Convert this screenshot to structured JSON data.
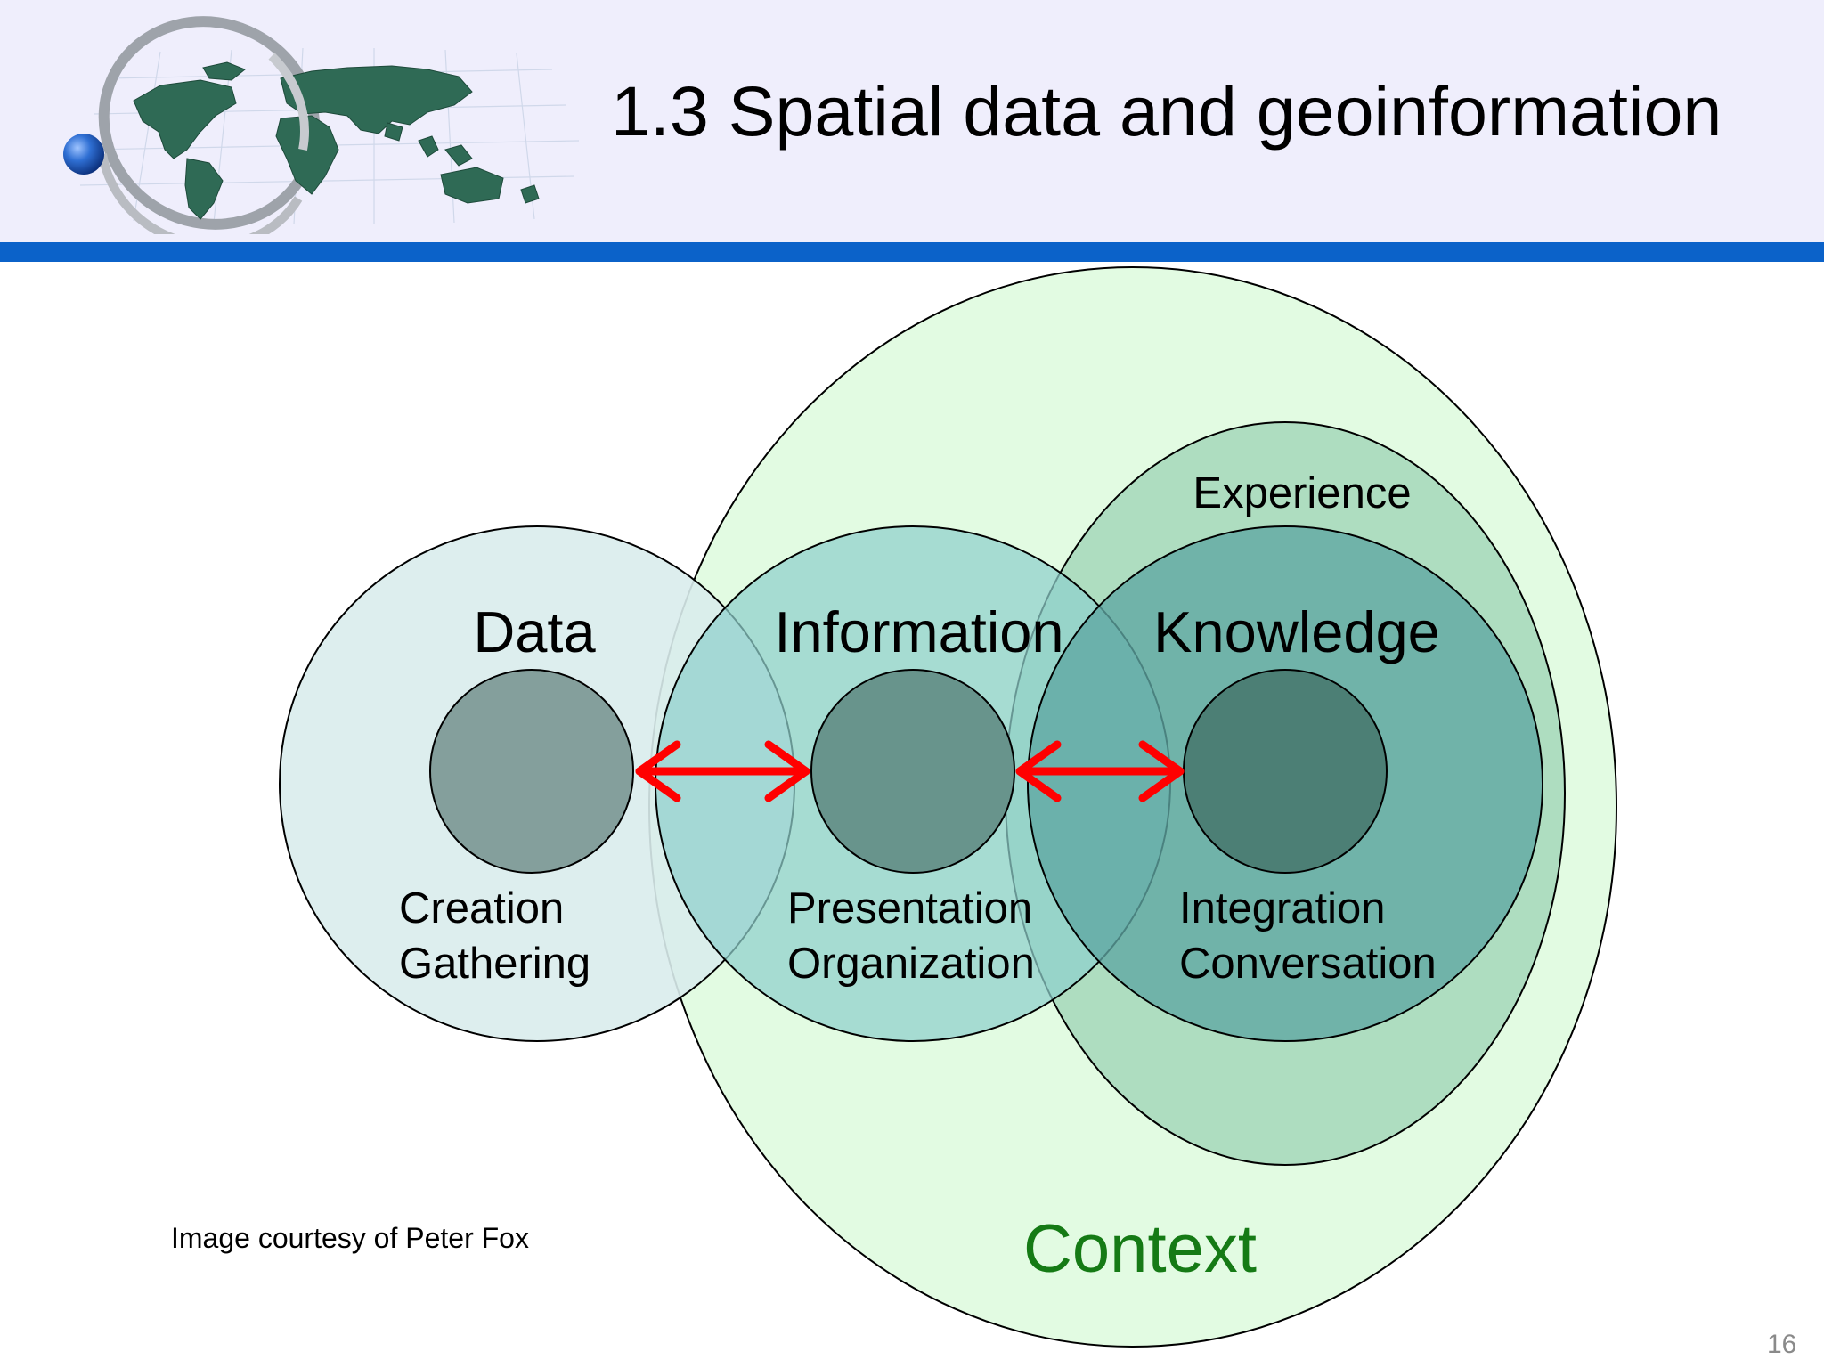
{
  "slide": {
    "title": "1.3 Spatial data and geoinformation",
    "page_number": "16",
    "credit": "Image courtesy of Peter Fox"
  },
  "logo": {
    "icon": "world-map-globe-icon"
  },
  "diagram": {
    "context": "Context",
    "experience": "Experience",
    "data": {
      "title": "Data",
      "line1": "Creation",
      "line2": "Gathering"
    },
    "information": {
      "title": "Information",
      "line1": "Presentation",
      "line2": "Organization"
    },
    "knowledge": {
      "title": "Knowledge",
      "line1": "Integration",
      "line2": "Conversation"
    }
  },
  "colors": {
    "header_bg": "#efeefc",
    "header_bar": "#0b62c9",
    "context_fill": "#e2fbe2",
    "context_text": "#157a15",
    "experience_fill": "#8ccaaa",
    "data_circle": "#d9ecec",
    "information_circle": "#9fd6d2",
    "knowledge_circle": "#6aada6",
    "arrow": "#ff0000"
  }
}
